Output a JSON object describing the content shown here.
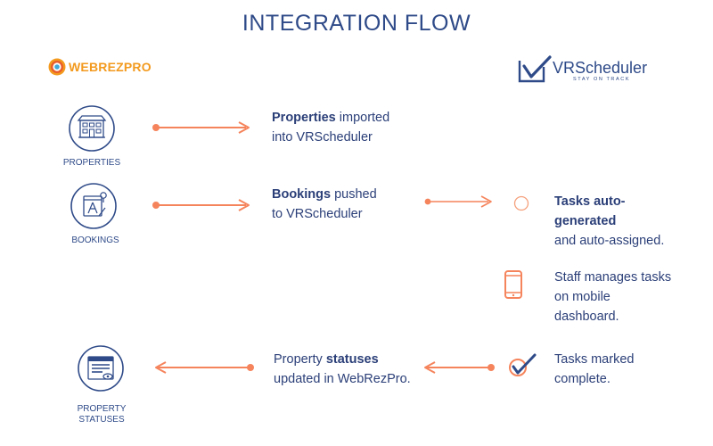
{
  "title": "INTEGRATION FLOW",
  "logos": {
    "left": {
      "name": "WebRezPro",
      "text": "WEBREZPRO"
    },
    "right": {
      "name": "VRScheduler",
      "text": "VRScheduler",
      "tagline": "STAY ON TRACK"
    }
  },
  "colors": {
    "navy": "#2e4a88",
    "accent": "#f5845c",
    "orange": "#f39a1e"
  },
  "sources": [
    {
      "label": "PROPERTIES",
      "icon": "building-icon"
    },
    {
      "label": "BOOKINGS",
      "icon": "calendar-icon"
    },
    {
      "label_line1": "PROPERTY",
      "label_line2": "STATUSES",
      "icon": "dashboard-icon"
    }
  ],
  "steps": [
    {
      "bold": "Properties",
      "rest": " imported",
      "line2": "into VRScheduler"
    },
    {
      "bold": "Bookings",
      "rest": "  pushed",
      "line2": "to VRScheduler"
    },
    {
      "pre": "Property ",
      "bold": "statuses",
      "line2": "updated in  WebRezPro."
    }
  ],
  "tasks": [
    {
      "bold_line1": "Tasks auto-",
      "bold_line2": "generated",
      "line3": "and auto-assigned.",
      "icon": "circle-icon"
    },
    {
      "line1": "Staff manages tasks",
      "line2": "on mobile",
      "line3": "dashboard.",
      "icon": "mobile-phone-icon"
    },
    {
      "line1": "Tasks marked",
      "line2": "complete.",
      "icon": "checkmark-icon"
    }
  ]
}
